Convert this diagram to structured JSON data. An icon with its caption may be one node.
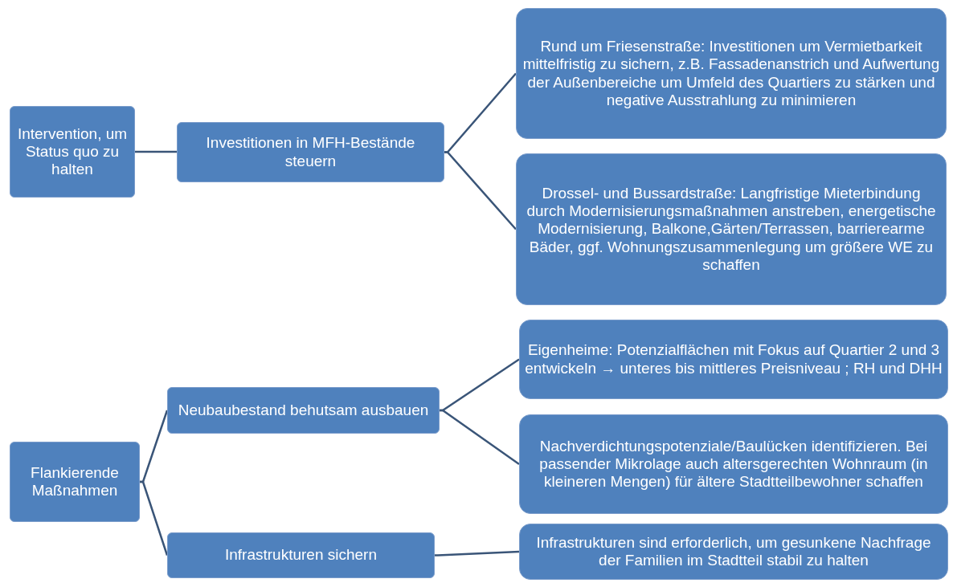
{
  "diagram": {
    "nodes": [
      {
        "text": [
          "Intervention, um Status quo zu halten"
        ]
      },
      {
        "text": [
          "Investitionen in MFH-Bestände steuern"
        ]
      },
      {
        "text": [
          "Rund um Friesenstraße: Investitionen um Vermietbarkeit mittelfristig zu sichern, z.B. Fassadenanstrich und Aufwertung der Außenbereiche um Umfeld des Quartiers zu stärken und negative Ausstrahlung zu minimieren"
        ]
      },
      {
        "text": [
          "Drossel- und Bussardstraße: Langfristige Mieterbindung durch Modernisierungsmaßnahmen anstreben, energetische Modernisierung, Balkone,Gärten/Terrassen, barrierearme Bäder, ggf. Wohnungszusammenlegung um größere WE zu schaffen"
        ]
      },
      {
        "text": [
          "Flankierende Maßnahmen"
        ]
      },
      {
        "text": [
          "Neubaubestand behutsam ausbauen"
        ]
      },
      {
        "text": [
          "Eigenheime: Potenzialflächen mit Fokus auf Quartier 2 und 3 entwickeln → unteres bis mittleres Preisniveau ; RH und DHH"
        ]
      },
      {
        "text": [
          "Nachverdichtungspotenziale/Baulücken identifizieren. Bei passender Mikrolage auch altersgerechten Wohnraum (in kleineren Mengen) für ältere Stadtteilbewohner schaffen"
        ]
      },
      {
        "text": [
          "Infrastrukturen sichern"
        ]
      },
      {
        "text": [
          "Infrastrukturen sind erforderlich, um gesunkene Nachfrage der Familien im Stadtteil stabil zu halten"
        ]
      }
    ],
    "edges": [
      {
        "from": 0,
        "to": 1,
        "arrow": "none"
      },
      {
        "from": 1,
        "to": 2,
        "arrow": "none"
      },
      {
        "from": 1,
        "to": 3,
        "arrow": "none"
      },
      {
        "from": 4,
        "to": 5,
        "arrow": "none"
      },
      {
        "from": 4,
        "to": 8,
        "arrow": "none"
      },
      {
        "from": 5,
        "to": 6,
        "arrow": "none"
      },
      {
        "from": 5,
        "to": 7,
        "arrow": "none"
      },
      {
        "from": 8,
        "to": 9,
        "arrow": "none"
      }
    ]
  }
}
